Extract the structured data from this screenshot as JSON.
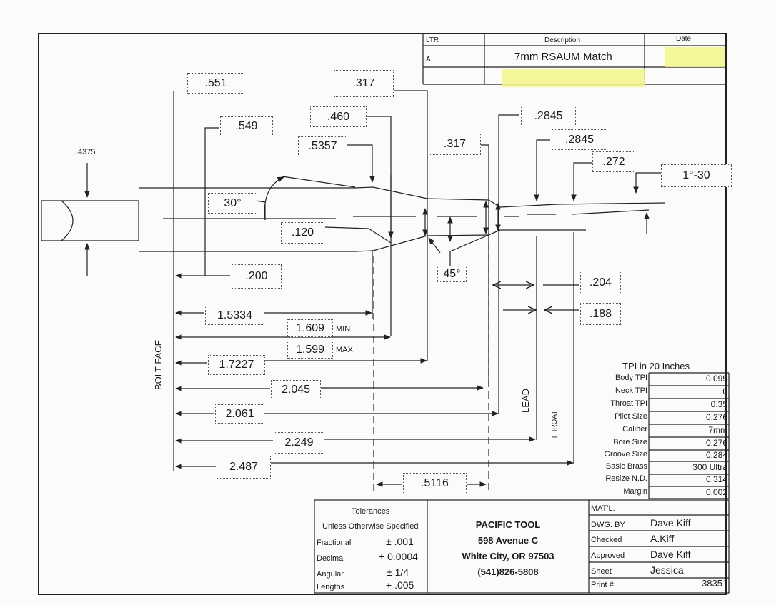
{
  "revision_table": {
    "headers": {
      "ltr": "LTR",
      "description": "Description",
      "date": "Date"
    },
    "row": {
      "ltr": "A",
      "description": "7mm RSAUM Match"
    }
  },
  "dimensions": {
    "d_551": ".551",
    "d_317a": ".317",
    "d_549": ".549",
    "d_460": ".460",
    "d_2845a": ".2845",
    "d_5357": ".5357",
    "d_317b": ".317",
    "d_2845b": ".2845",
    "d_4375": ".4375",
    "d_272": ".272",
    "angle_1_30": "1°-30",
    "angle_30": "30°",
    "d_120": ".120",
    "d_200": ".200",
    "angle_45": "45°",
    "d_204": ".204",
    "d_188": ".188",
    "d_15334": "1.5334",
    "d_1609": "1.609",
    "min": "MIN",
    "d_1599": "1.599",
    "max": "MAX",
    "d_17227": "1.7227",
    "d_2045": "2.045",
    "d_2061": "2.061",
    "d_2249": "2.249",
    "d_2487": "2.487",
    "d_5116": ".5116"
  },
  "side_labels": {
    "bolt_face": "BOLT FACE",
    "lead": "LEAD",
    "throat": "THROAT"
  },
  "tpi_table": {
    "title": "TPI in 20 Inches",
    "rows": [
      {
        "label": "Body TPI",
        "value": "0.099"
      },
      {
        "label": "Neck TPI",
        "value": "0"
      },
      {
        "label": "Throat TPI",
        "value": "0.35"
      },
      {
        "label": "Pilot Size",
        "value": "0.276"
      },
      {
        "label": "Caliber",
        "value": "7mm"
      },
      {
        "label": "Bore Size",
        "value": "0.276"
      },
      {
        "label": "Groove Size",
        "value": "0.284"
      },
      {
        "label": "Basic Brass",
        "value": "300 Ultra"
      },
      {
        "label": "Resize N.D.",
        "value": "0.314"
      },
      {
        "label": "Margin",
        "value": "0.002"
      }
    ]
  },
  "tolerances": {
    "title": "Tolerances",
    "subtitle": "Unless Otherwise Specified",
    "rows": [
      {
        "label": "Fractional",
        "value": "± .001"
      },
      {
        "label": "Decimal",
        "value": "+ 0.0004"
      },
      {
        "label": "Angular",
        "value": "± 1/4"
      },
      {
        "label": "Lengths",
        "value": "+ .005"
      }
    ]
  },
  "company": {
    "name": "PACIFIC TOOL",
    "address": "598 Avenue C",
    "city": "White City, OR 97503",
    "phone": "(541)826-5808"
  },
  "title_block": {
    "material": "MAT'L.",
    "rows": [
      {
        "label": "DWG. BY",
        "value": "Dave Kiff"
      },
      {
        "label": "Checked",
        "value": "A.Kiff"
      },
      {
        "label": "Approved",
        "value": "Dave Kiff"
      },
      {
        "label": "Sheet",
        "value": "Jessica"
      },
      {
        "label": "Print #",
        "value": "38351"
      }
    ]
  },
  "colors": {
    "highlight": "#f3f58a",
    "ink": "#1a1a1a"
  }
}
